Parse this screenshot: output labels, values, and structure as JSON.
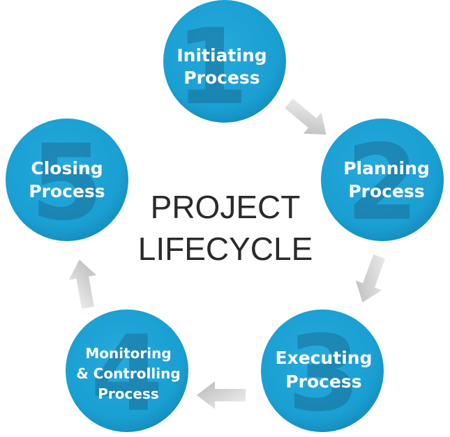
{
  "title_line1": "PROJECT",
  "title_line2": "LIFECYCLE",
  "colors": {
    "circle": "#1a9fd2",
    "circle_dark": "#1588b8",
    "digit": "#1a6f99",
    "label": "#ffffff",
    "arrow": "#c8c8c8",
    "title": "#2a2a2a"
  },
  "steps": [
    {
      "number": "1",
      "lines": [
        "Initiating",
        "Process"
      ]
    },
    {
      "number": "2",
      "lines": [
        "Planning",
        "Process"
      ]
    },
    {
      "number": "3",
      "lines": [
        "Executing",
        "Process"
      ]
    },
    {
      "number": "4",
      "lines": [
        "Monitoring",
        "& Controlling",
        "Process"
      ]
    },
    {
      "number": "5",
      "lines": [
        "Closing",
        "Process"
      ]
    }
  ]
}
